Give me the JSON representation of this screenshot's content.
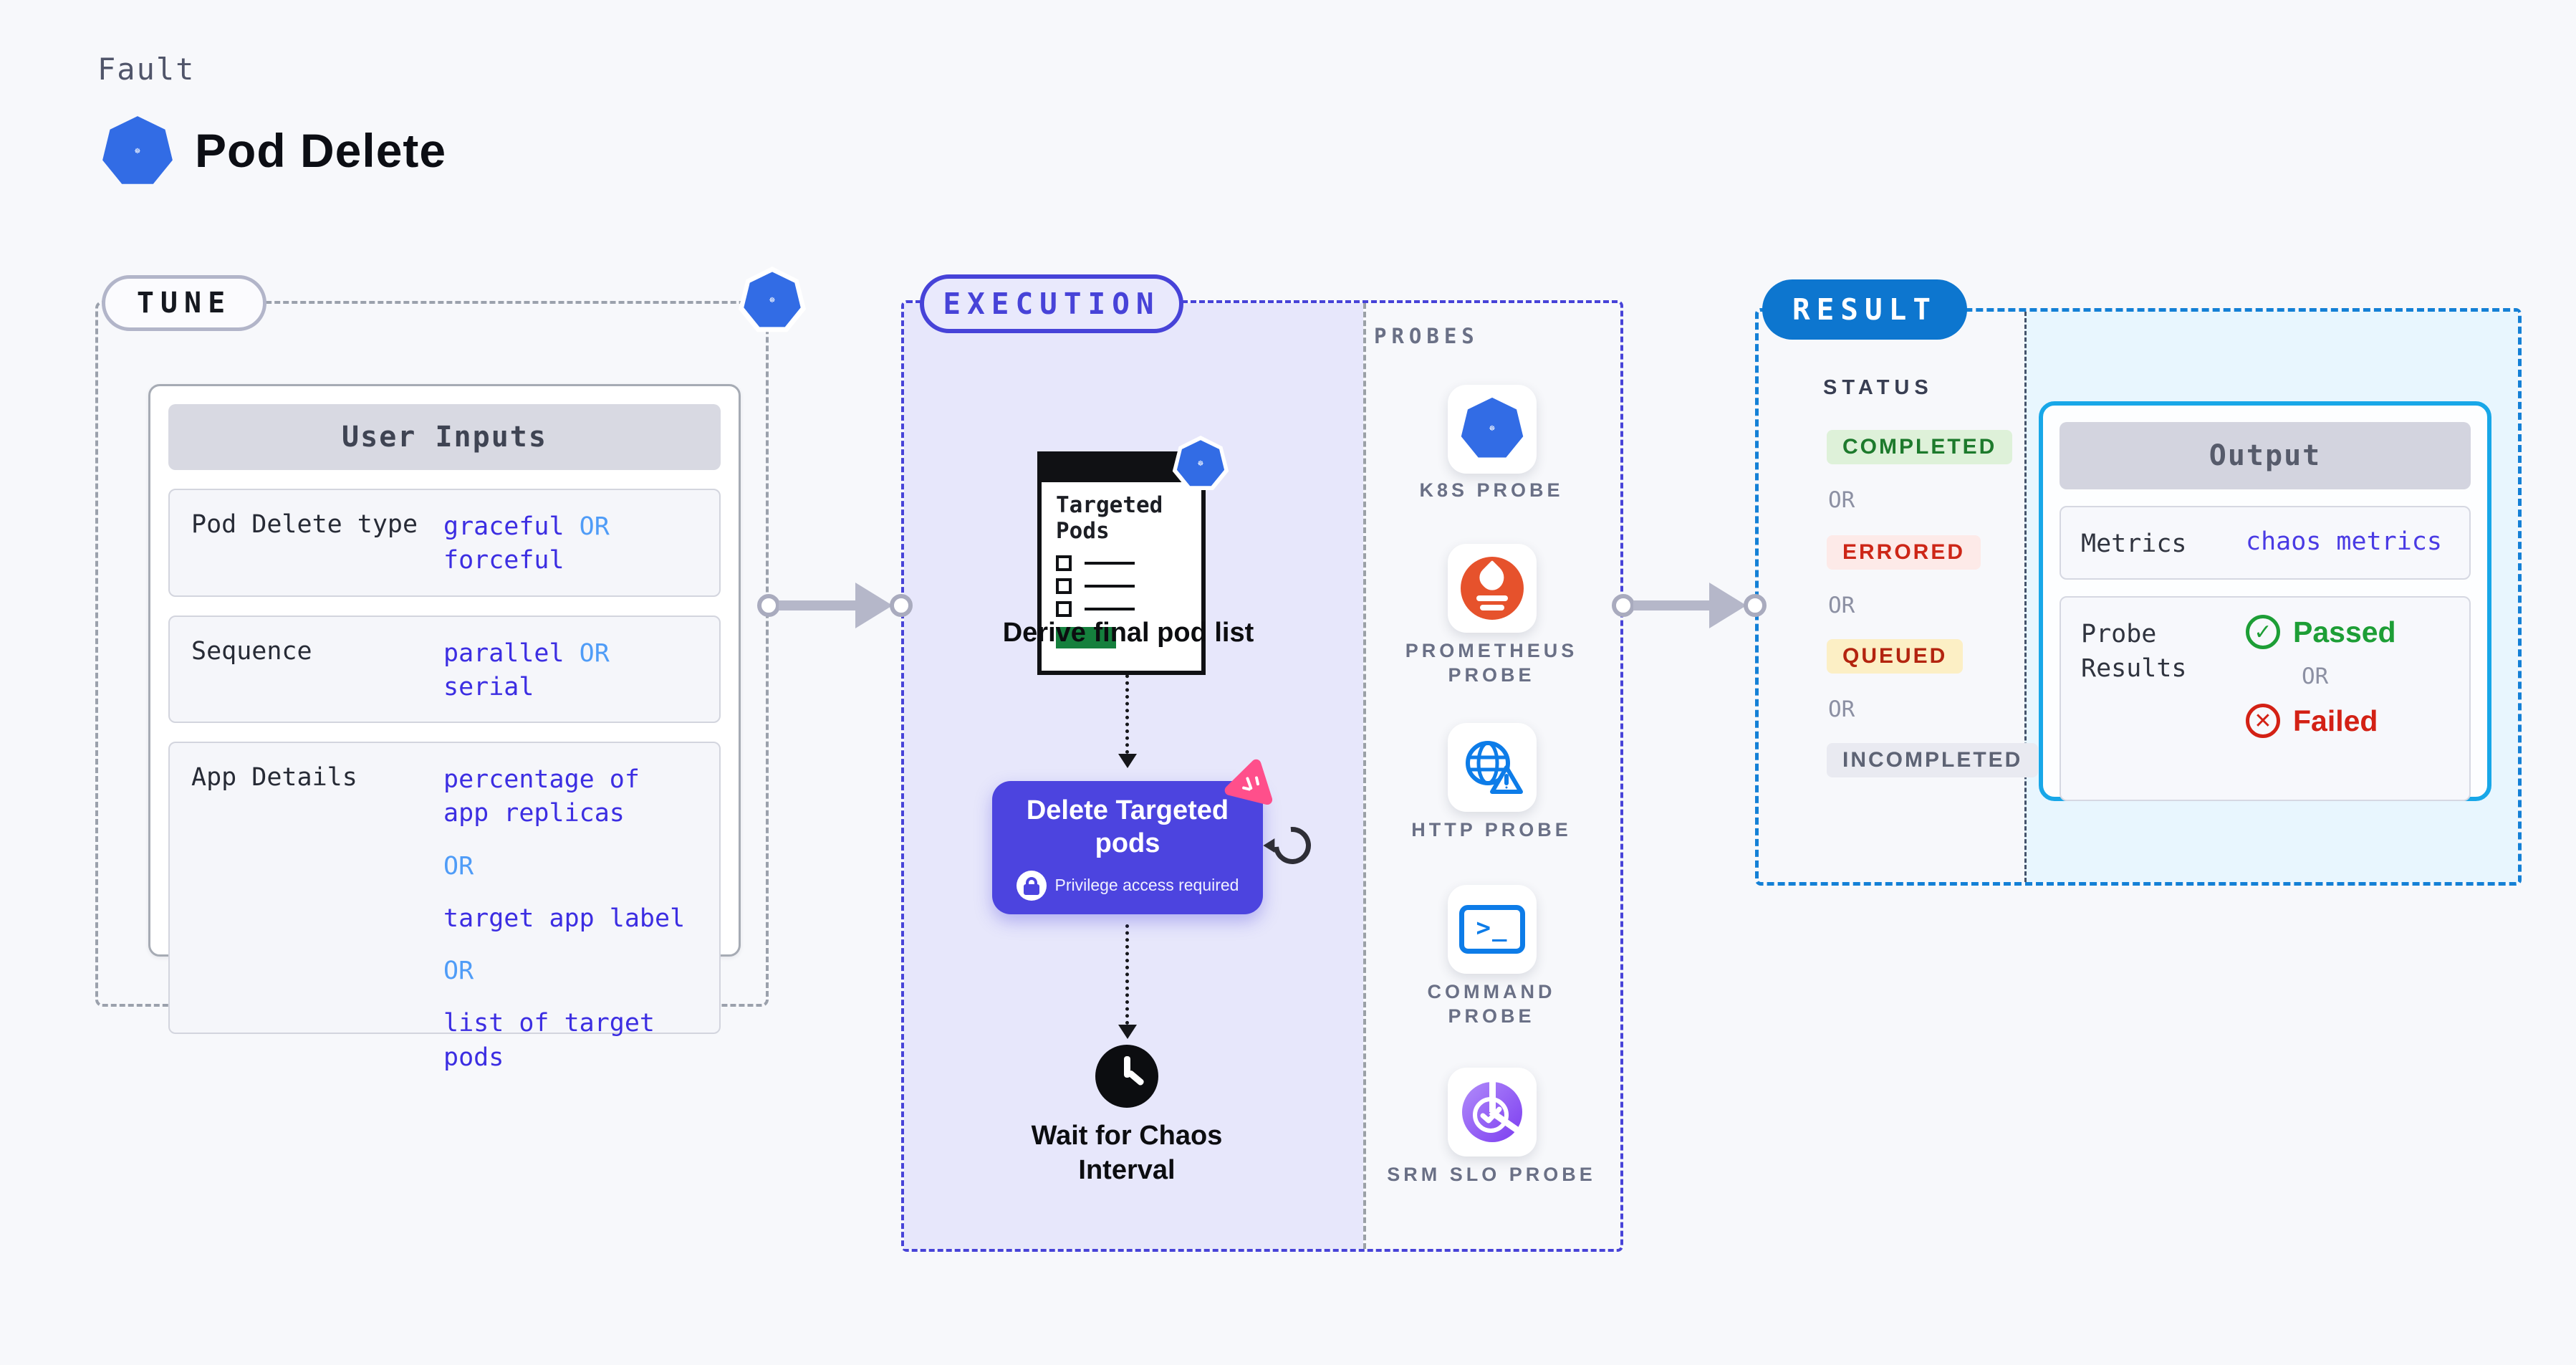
{
  "header": {
    "eyebrow": "Fault",
    "title": "Pod Delete"
  },
  "tune": {
    "pill": "TUNE",
    "card_title": "User Inputs",
    "rows": [
      {
        "label": "Pod Delete type",
        "v1": "graceful",
        "or": "OR",
        "v2": "forceful"
      },
      {
        "label": "Sequence",
        "v1": "parallel",
        "or": "OR",
        "v2": "serial"
      },
      {
        "label": "App Details",
        "v1": "percentage of app replicas",
        "or1": "OR",
        "v2": "target app label",
        "or2": "OR",
        "v3": "list of target pods"
      }
    ]
  },
  "execution": {
    "pill": "EXECUTION",
    "doc_title": "Targeted Pods",
    "step_derive": "Derive final pod list",
    "delete_button": {
      "title": "Delete Targeted pods",
      "note": "Privilege access required"
    },
    "step_wait": "Wait for Chaos Interval",
    "probes_title": "PROBES",
    "probes": [
      {
        "label": "K8S PROBE",
        "icon": "kubernetes-icon"
      },
      {
        "label": "PROMETHEUS PROBE",
        "icon": "prometheus-icon"
      },
      {
        "label": "HTTP PROBE",
        "icon": "http-globe-icon"
      },
      {
        "label": "COMMAND PROBE",
        "icon": "terminal-icon"
      },
      {
        "label": "SRM SLO PROBE",
        "icon": "slo-pie-icon"
      }
    ]
  },
  "result": {
    "pill": "RESULT",
    "status_title": "STATUS",
    "or": "OR",
    "statuses": [
      {
        "label": "COMPLETED",
        "bg": "#def1d9",
        "fg": "#1d7a2c"
      },
      {
        "label": "ERRORED",
        "bg": "#fdeae8",
        "fg": "#cd2617"
      },
      {
        "label": "QUEUED",
        "bg": "#fcefc5",
        "fg": "#b3240f"
      },
      {
        "label": "INCOMPLETED",
        "bg": "#e9eaf1",
        "fg": "#5d6374"
      }
    ],
    "output": {
      "title": "Output",
      "metrics_label": "Metrics",
      "metrics_value": "chaos metrics",
      "probe_results_label": "Probe Results",
      "passed": "Passed",
      "or": "OR",
      "failed": "Failed"
    }
  },
  "colors": {
    "page_bg": "#f7f8fb",
    "tune_dash": "#9ba1ac",
    "execution_accent": "#4743d8",
    "execution_fill": "#e7e7fb",
    "delete_button_bg": "#4c44df",
    "result_dash": "#1480d6",
    "result_pill_bg": "#0d76cf",
    "result_fill": "#e8f6fe",
    "output_border": "#18a7e8",
    "value_text": "#3c2ee2",
    "or_light_blue": "#4f9cf7",
    "kubernetes_blue": "#326ce5",
    "prometheus_orange": "#e6522c",
    "http_blue": "#0d7ce8",
    "srm_purple": "#8b5cf6",
    "chaos_pink": "#ff4f8b",
    "passed_green": "#1d9e36",
    "failed_red": "#d32115"
  }
}
